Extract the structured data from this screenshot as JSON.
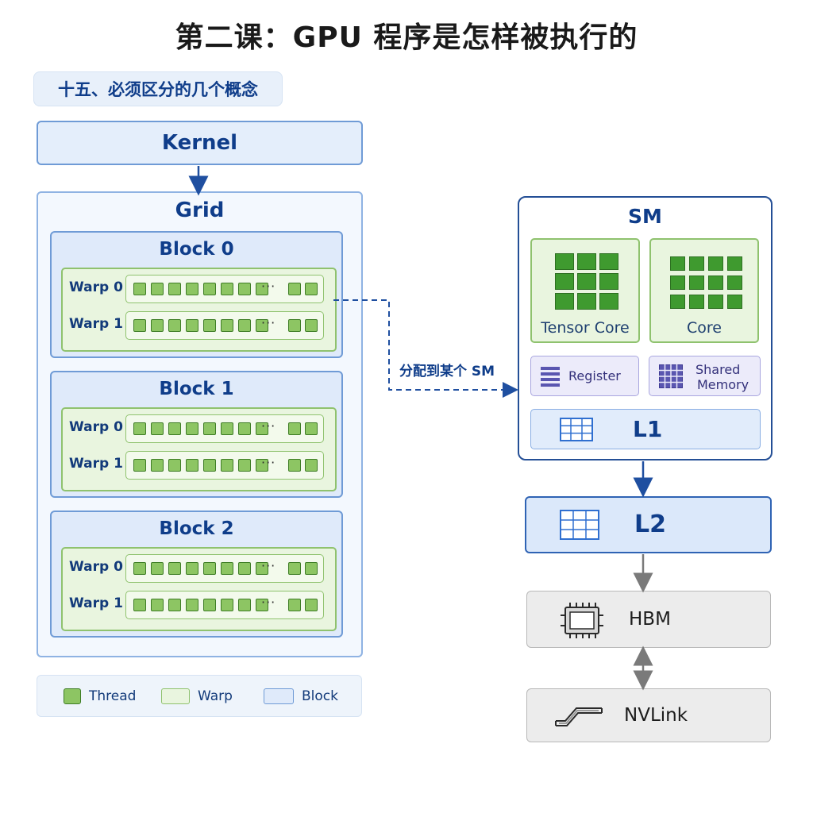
{
  "title": "第二课：GPU 程序是怎样被执行的",
  "section": "十五、必须区分的几个概念",
  "left": {
    "kernel": "Kernel",
    "grid": "Grid",
    "ellipsis": "···",
    "blocks": [
      {
        "label": "Block 0",
        "warps": [
          "Warp 0",
          "Warp 1"
        ]
      },
      {
        "label": "Block 1",
        "warps": [
          "Warp 0",
          "Warp 1"
        ]
      },
      {
        "label": "Block 2",
        "warps": [
          "Warp 0",
          "Warp 1"
        ]
      }
    ]
  },
  "legend": {
    "thread": "Thread",
    "warp": "Warp",
    "block": "Block"
  },
  "assign_label": "分配到某个 SM",
  "sm": {
    "label": "SM",
    "tensor_core": "Tensor Core",
    "core": "Core",
    "register": "Register",
    "shared_memory_line1": "Shared",
    "shared_memory_line2": "Memory",
    "l1": "L1"
  },
  "hierarchy": {
    "l2": "L2",
    "hbm": "HBM",
    "nvlink": "NVLink"
  },
  "colors": {
    "navy": "#0f3d8a",
    "thread_green": "#8dc563",
    "core_green": "#3f9a2f",
    "memory_purple": "#5a56b0",
    "gray_box": "#ececec"
  },
  "icons": [
    "register-icon",
    "shared-memory-icon",
    "cache-grid-icon",
    "chip-icon",
    "nvlink-icon"
  ]
}
